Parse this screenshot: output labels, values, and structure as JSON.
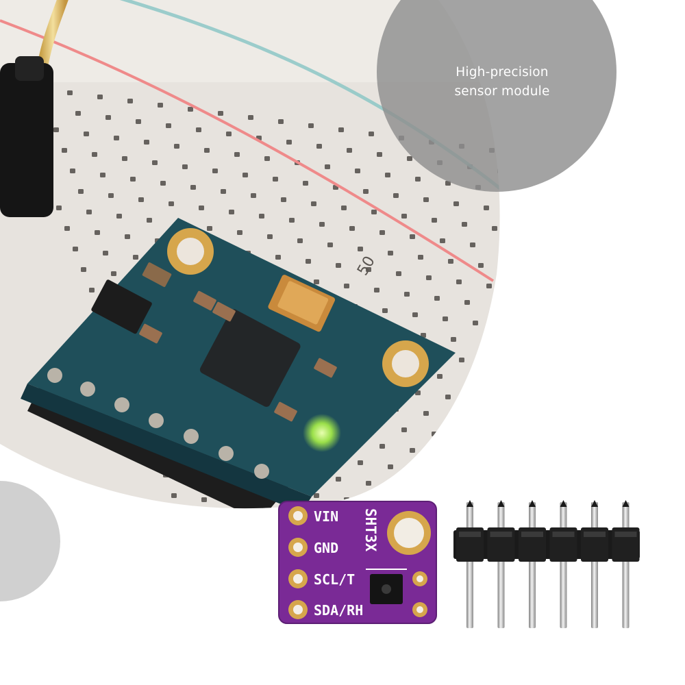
{
  "caption": {
    "line1": "High-precision",
    "line2": "sensor module"
  },
  "sensor_board": {
    "pins": [
      "VIN",
      "GND",
      "SCL/T",
      "SDA/RH"
    ],
    "chip_label": "SHT3X",
    "color": "#7a2a96"
  },
  "breadboard": {
    "row_number": "50"
  },
  "header_pins": {
    "count": 6
  },
  "colors": {
    "circle_overlay": "#8f8f8f",
    "pcb_green": "#1f4f5a",
    "gold": "#d6a64c"
  }
}
